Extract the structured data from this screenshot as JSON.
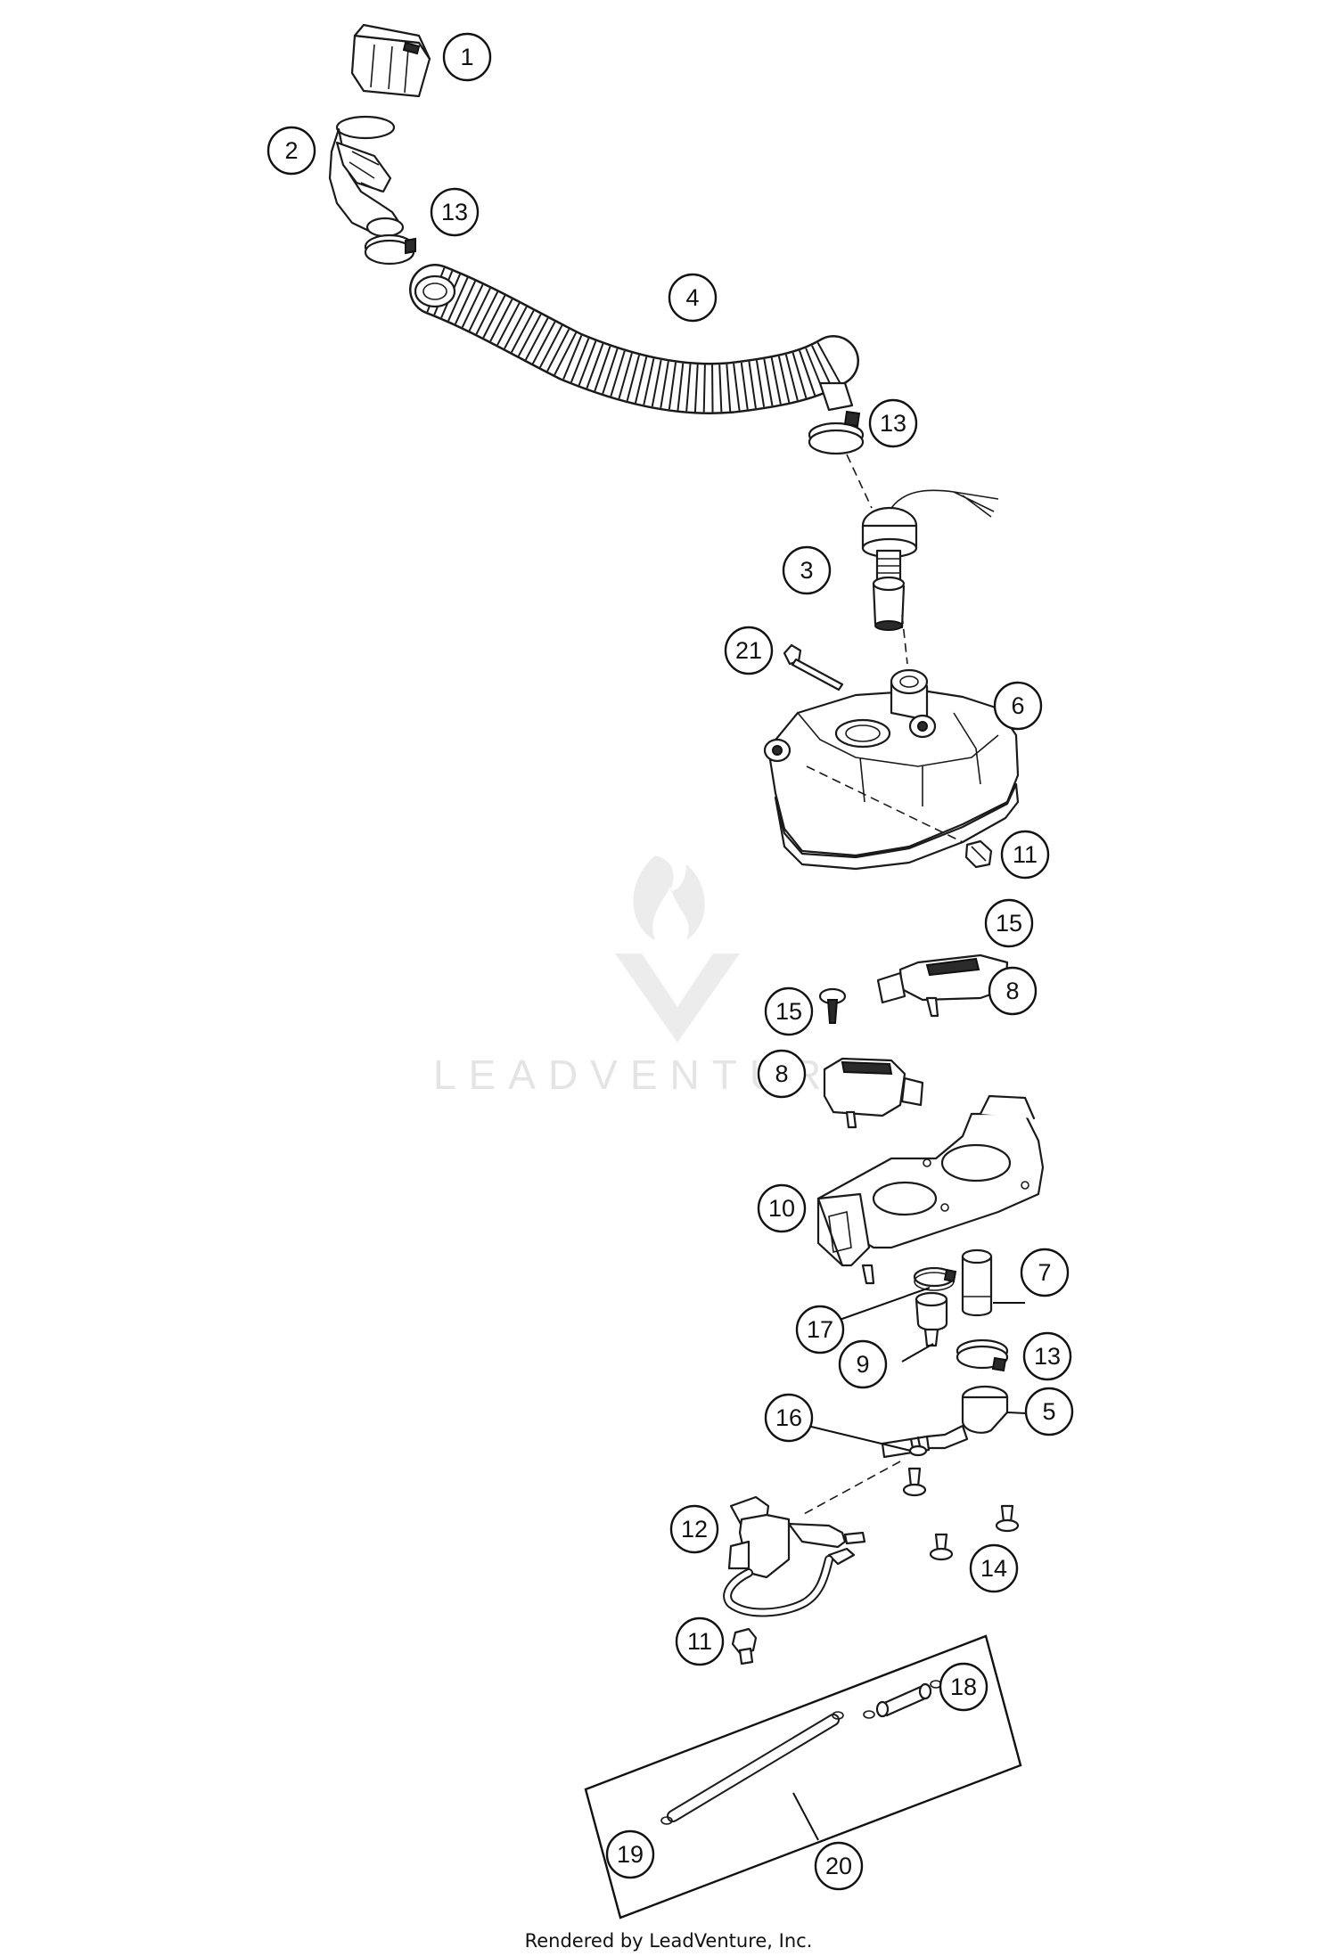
{
  "footer": "Rendered by LeadVenture, Inc.",
  "watermark": {
    "text": "LEADVENTURE",
    "color": "#e4e4e4"
  },
  "callouts": [
    {
      "id": "c1",
      "label": "1"
    },
    {
      "id": "c2",
      "label": "2"
    },
    {
      "id": "c13a",
      "label": "13"
    },
    {
      "id": "c4",
      "label": "4"
    },
    {
      "id": "c13b",
      "label": "13"
    },
    {
      "id": "c3",
      "label": "3"
    },
    {
      "id": "c21",
      "label": "21"
    },
    {
      "id": "c6",
      "label": "6"
    },
    {
      "id": "c11a",
      "label": "11"
    },
    {
      "id": "c15a",
      "label": "15"
    },
    {
      "id": "c8a",
      "label": "8"
    },
    {
      "id": "c15b",
      "label": "15"
    },
    {
      "id": "c8b",
      "label": "8"
    },
    {
      "id": "c10",
      "label": "10"
    },
    {
      "id": "c7",
      "label": "7"
    },
    {
      "id": "c17",
      "label": "17"
    },
    {
      "id": "c13c",
      "label": "13"
    },
    {
      "id": "c9",
      "label": "9"
    },
    {
      "id": "c16",
      "label": "16"
    },
    {
      "id": "c5",
      "label": "5"
    },
    {
      "id": "c12",
      "label": "12"
    },
    {
      "id": "c14",
      "label": "14"
    },
    {
      "id": "c11b",
      "label": "11"
    },
    {
      "id": "c18",
      "label": "18"
    },
    {
      "id": "c19",
      "label": "19"
    },
    {
      "id": "c20",
      "label": "20"
    }
  ]
}
